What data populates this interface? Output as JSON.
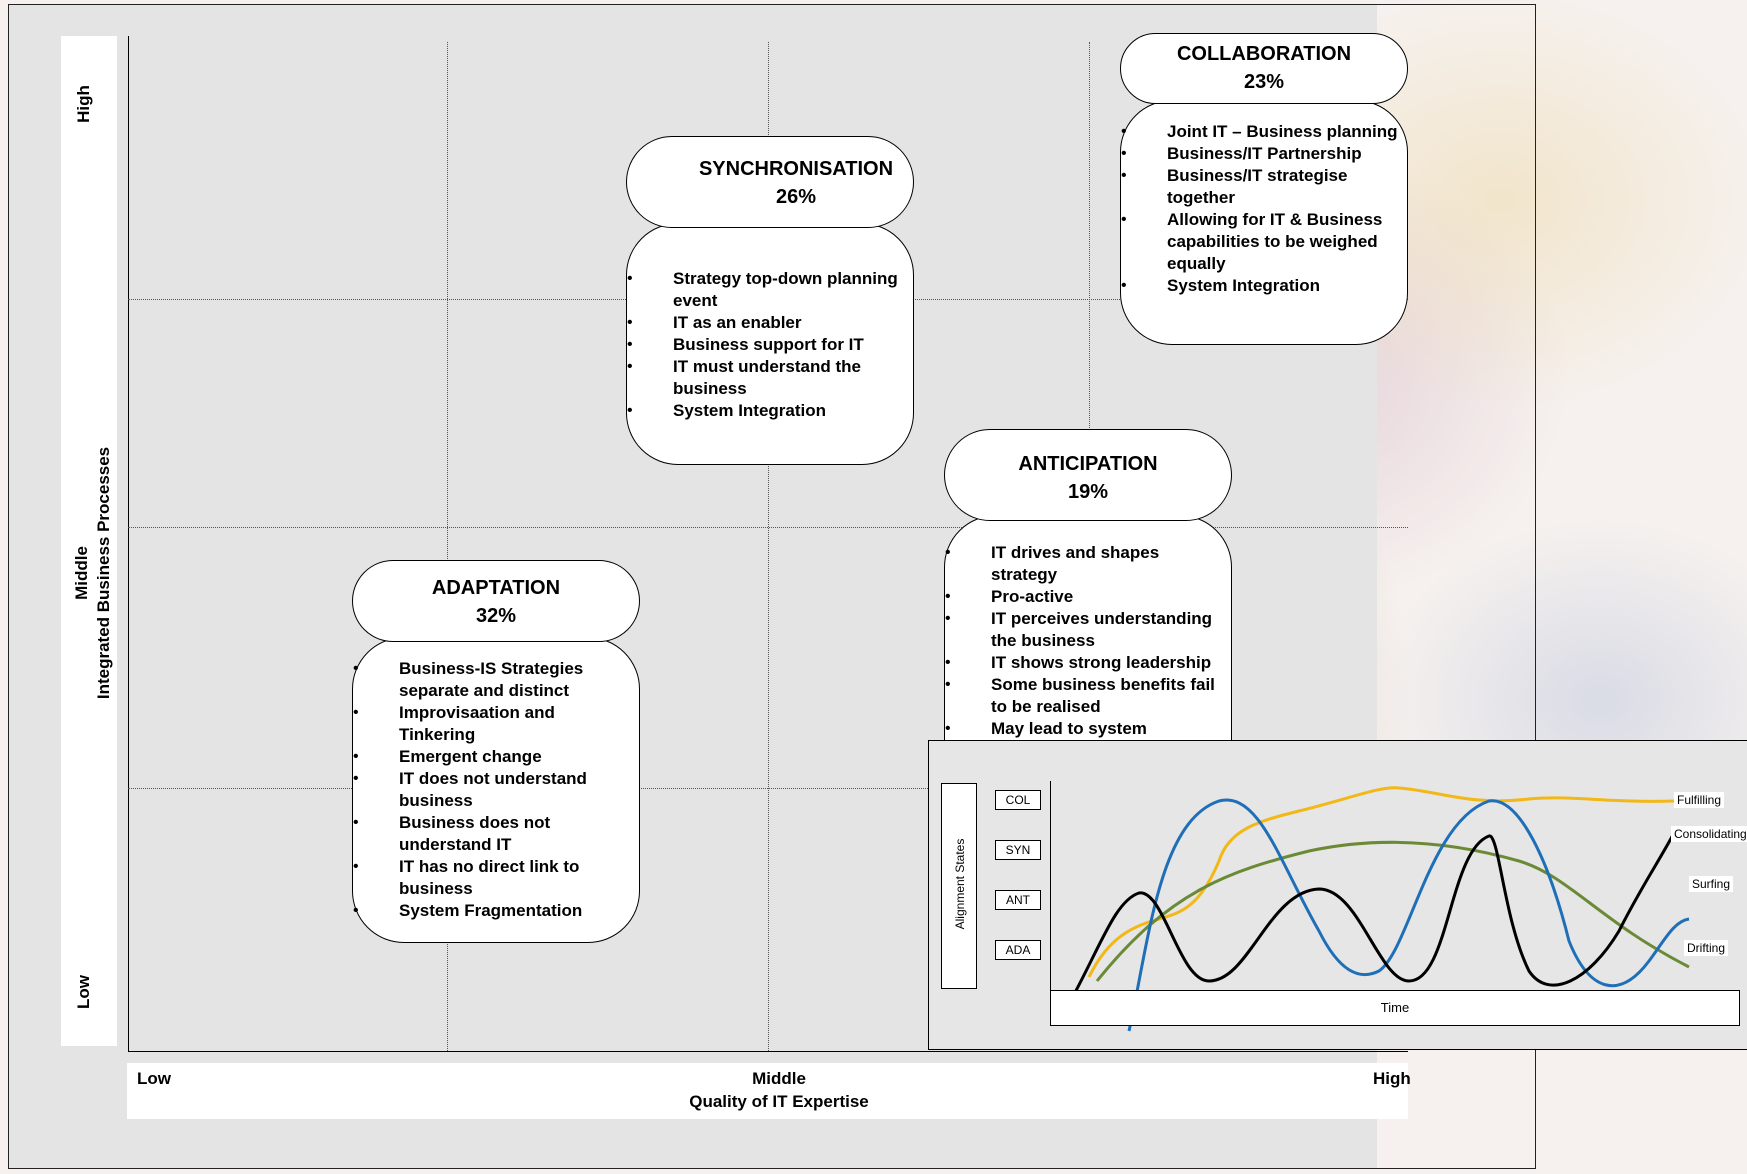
{
  "y_axis": {
    "label_line1": "Middle",
    "label_line2": "Integrated Business Processes",
    "high": "High",
    "low": "Low"
  },
  "x_axis": {
    "low": "Low",
    "middle": "Middle",
    "high": "High",
    "title": "Quality of IT Expertise"
  },
  "states": {
    "collaboration": {
      "name": "COLLABORATION",
      "percent": "23%",
      "items": [
        "Joint IT – Business planning",
        "Business/IT Partnership",
        "Business/IT strategise together",
        "Allowing for IT & Business capabilities to be weighed equally",
        "System Integration"
      ]
    },
    "synchronisation": {
      "name": "SYNCHRONISATION",
      "percent": "26%",
      "items": [
        "Strategy top-down planning event",
        "IT as an enabler",
        "Business support for IT",
        "IT must understand the business",
        "System Integration"
      ]
    },
    "anticipation": {
      "name": "ANTICIPATION",
      "percent": "19%",
      "items": [
        "IT drives and shapes strategy",
        "Pro-active",
        "IT perceives understanding the business",
        "IT shows strong leadership",
        "Some business benefits fail to be realised",
        "May lead to system"
      ]
    },
    "adaptation": {
      "name": "ADAPTATION",
      "percent": "32%",
      "items": [
        "Business-IS Strategies separate and distinct",
        "Improvisaation and Tinkering",
        "Emergent change",
        "IT does not understand business",
        "Business does not understand IT",
        "IT has no direct link to business",
        "System Fragmentation"
      ]
    }
  },
  "inset": {
    "y_label": "Alignment States",
    "levels": [
      "COL",
      "SYN",
      "ANT",
      "ADA"
    ],
    "x_label": "Time",
    "curves": [
      {
        "name": "Fulfilling",
        "color": "#f2b817"
      },
      {
        "name": "Consolidating",
        "color": "#000000"
      },
      {
        "name": "Surfing",
        "color": "#1f6fb8"
      },
      {
        "name": "Drifting",
        "color": "#6b8a35"
      }
    ]
  }
}
